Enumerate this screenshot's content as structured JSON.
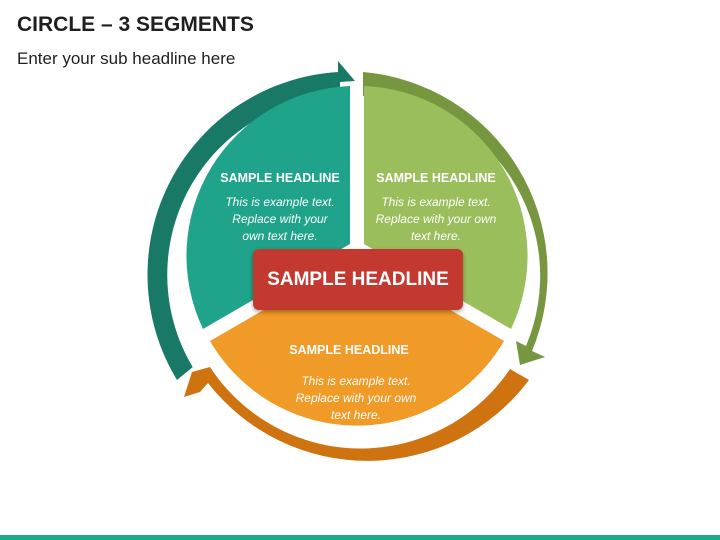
{
  "title": "CIRCLE – 3 SEGMENTS",
  "subtitle": "Enter your sub headline here",
  "center": {
    "label": "SAMPLE HEADLINE"
  },
  "segments": [
    {
      "headline": "SAMPLE HEADLINE",
      "lines": [
        "This is example text.",
        "Replace with your",
        "own text here."
      ],
      "color": "#1fa38a",
      "arrow_color": "#187a66"
    },
    {
      "headline": "SAMPLE HEADLINE",
      "lines": [
        "This is example text.",
        "Replace with your own",
        "text here."
      ],
      "color": "#9bbe5c",
      "arrow_color": "#76973f"
    },
    {
      "headline": "SAMPLE HEADLINE",
      "lines": [
        "This is example text.",
        "Replace with your own",
        "text here."
      ],
      "color": "#f09a28",
      "arrow_color": "#cf7310"
    }
  ],
  "accent_bar_color": "#1fa98a"
}
